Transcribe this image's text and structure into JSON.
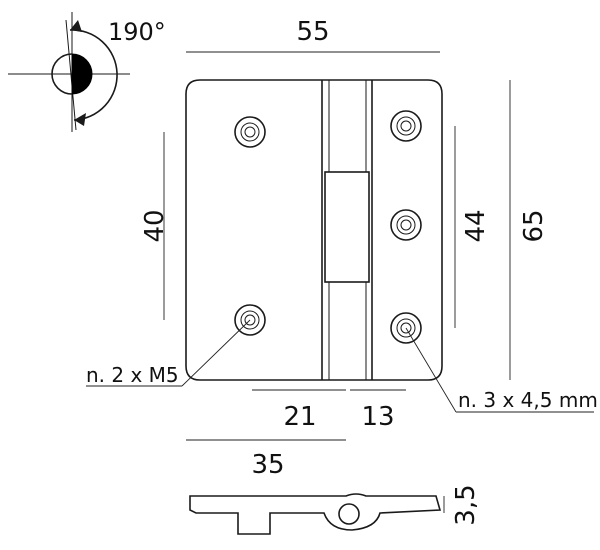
{
  "dimensions": {
    "overall_width": "55",
    "overall_height": "65",
    "left_hole_spacing": "40",
    "right_hole_spacing": "44",
    "left_leaf_offset": "21",
    "right_leaf_offset": "13",
    "lower_width": "35",
    "thickness": "3,5"
  },
  "notes": {
    "left_holes": "n. 2 x M5",
    "right_holes": "n. 3 x 4,5 mm"
  },
  "rotation": {
    "angle": "190°"
  }
}
